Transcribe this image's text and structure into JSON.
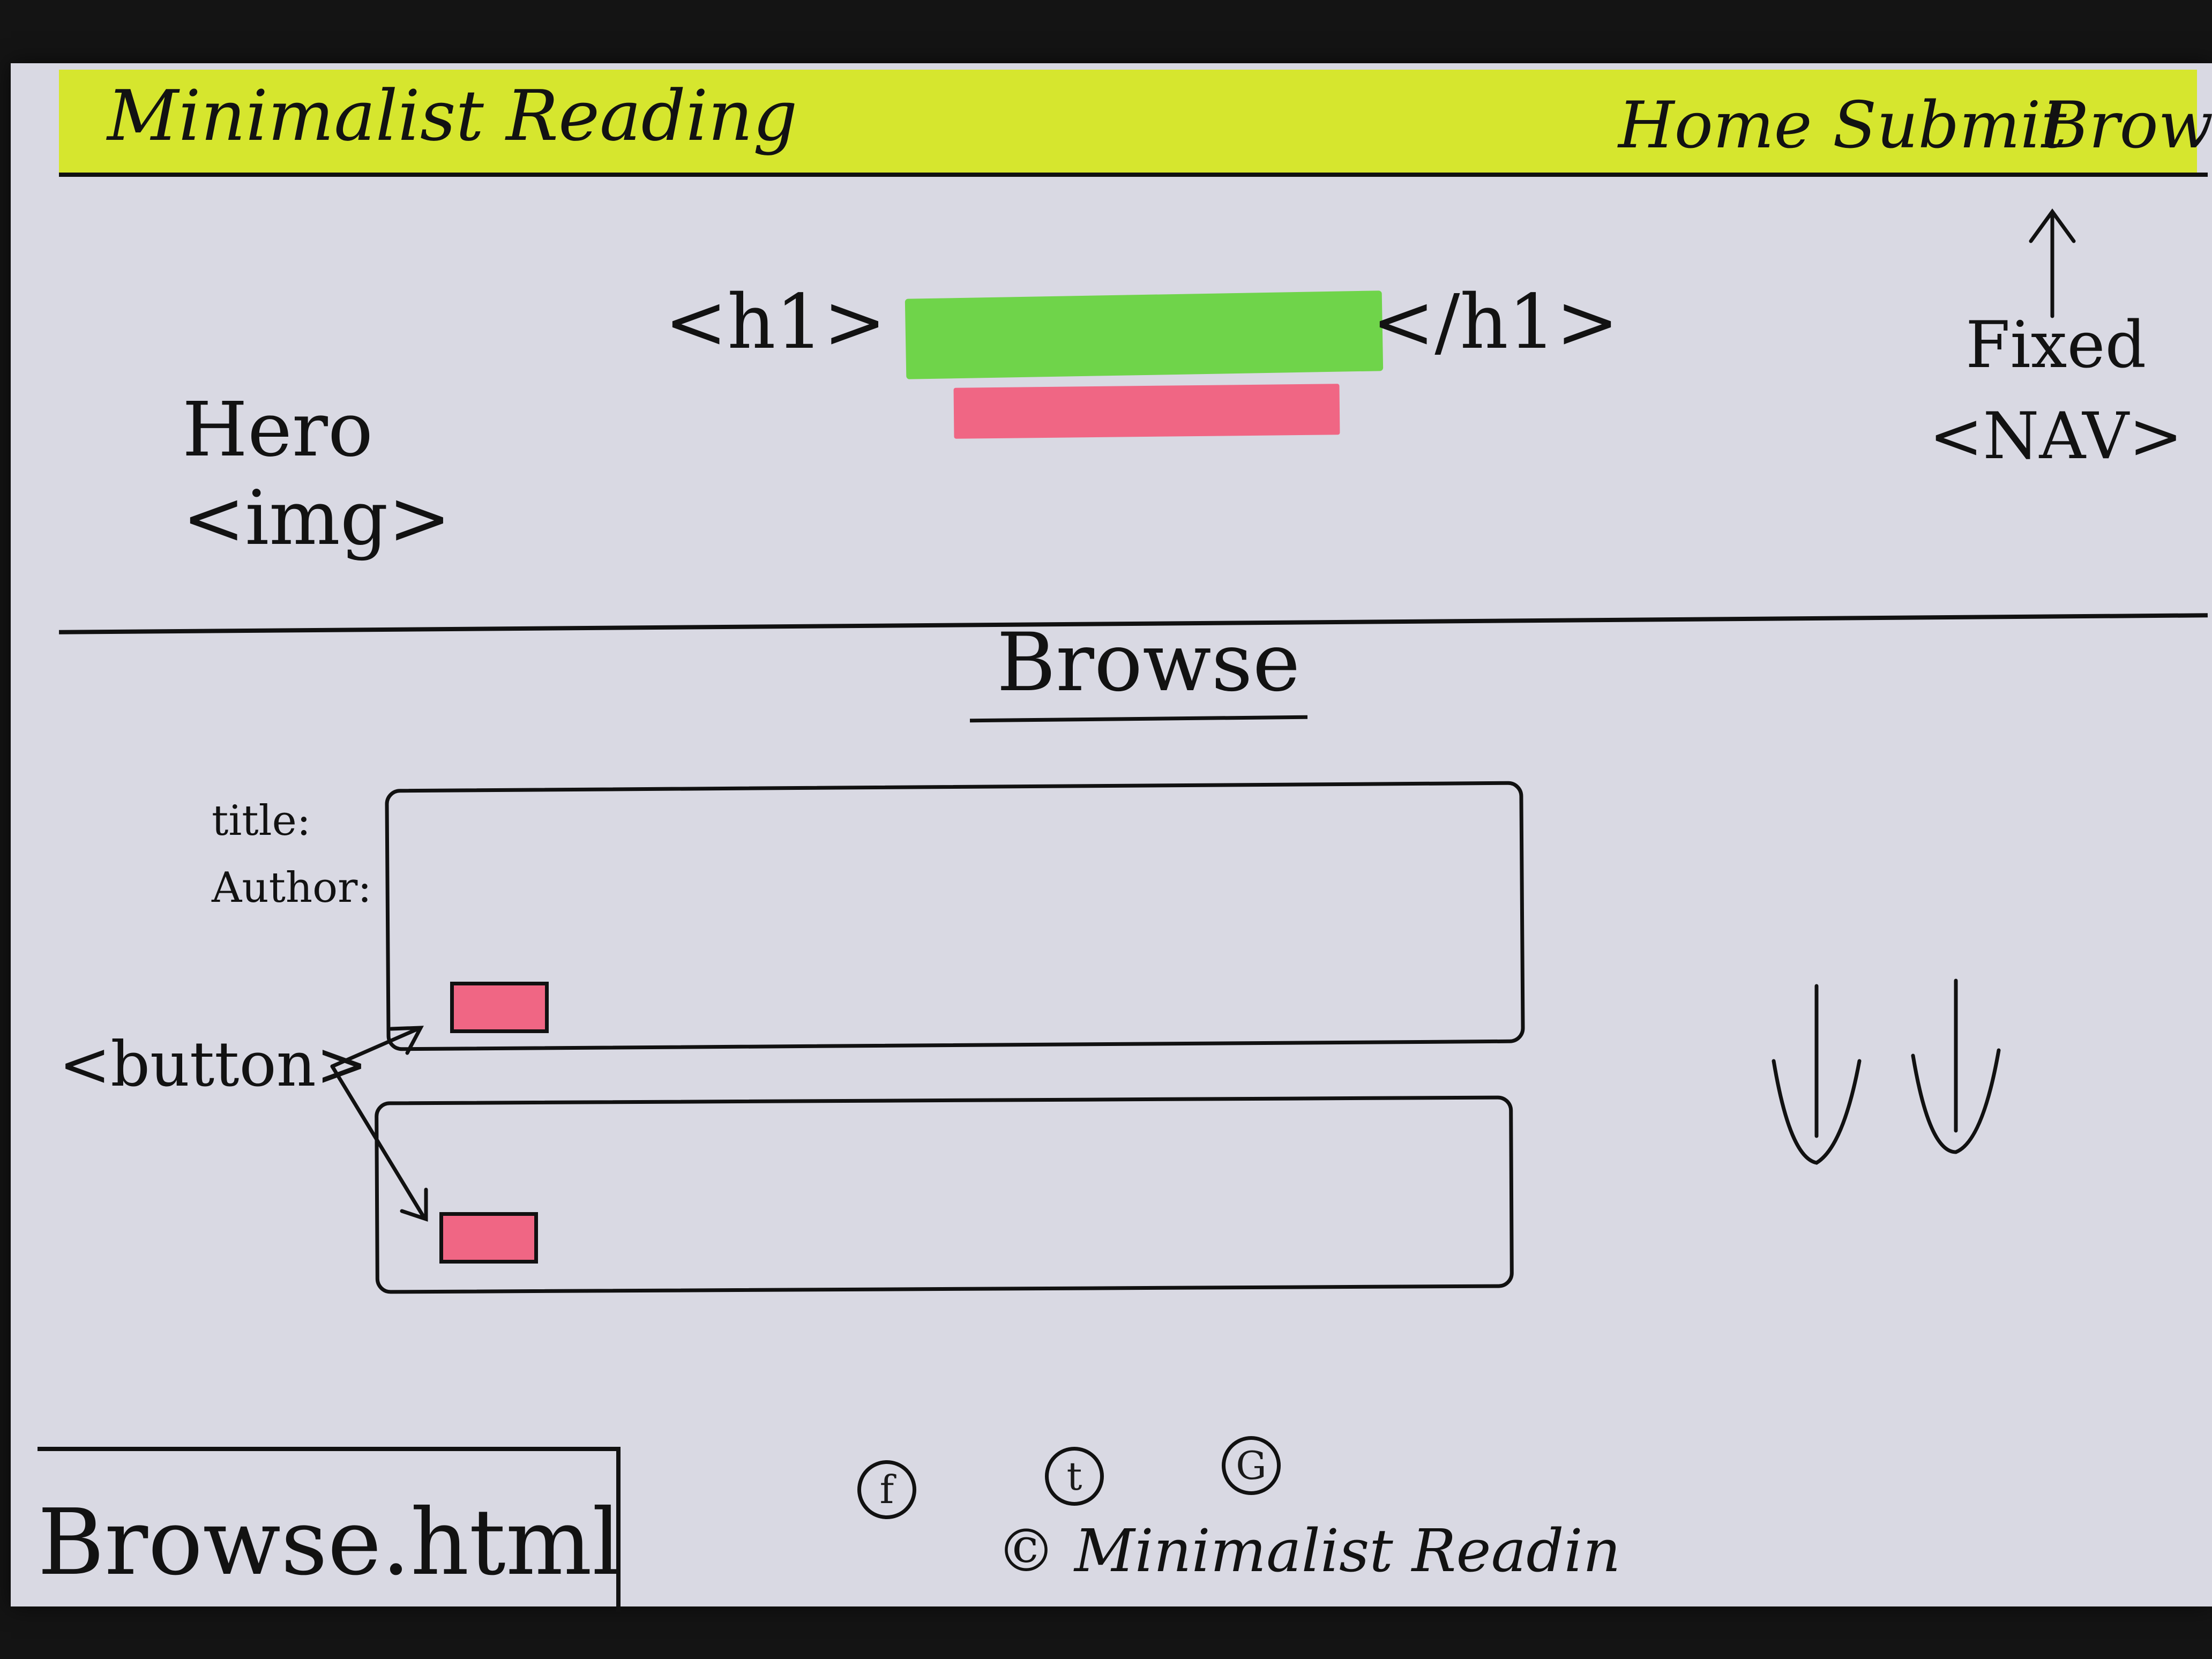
{
  "navbar": {
    "brand": "Minimalist   Reading",
    "links": [
      "Home",
      "Submit",
      "Browse"
    ],
    "background_color": "#d6e62e"
  },
  "hero": {
    "img_label": "Hero\n<img>",
    "h1_open_tag": "<h1>",
    "h1_close_tag": "</h1>",
    "heading_highlight_color": "#6fd44a",
    "subheading_highlight_color": "#f06684",
    "nav_note": "Fixed\n<NAV>"
  },
  "browse_section": {
    "title": "Browse",
    "card_fields": [
      "title:",
      "Author:"
    ],
    "button_note": "<button>",
    "button_color": "#f06684"
  },
  "footer": {
    "filename": "Browse.html",
    "social_icons": [
      "f",
      "t",
      "G"
    ],
    "icon_names": [
      "facebook-icon",
      "twitter-icon",
      "google-icon"
    ],
    "copyright": "© Minimalist  Readin"
  }
}
